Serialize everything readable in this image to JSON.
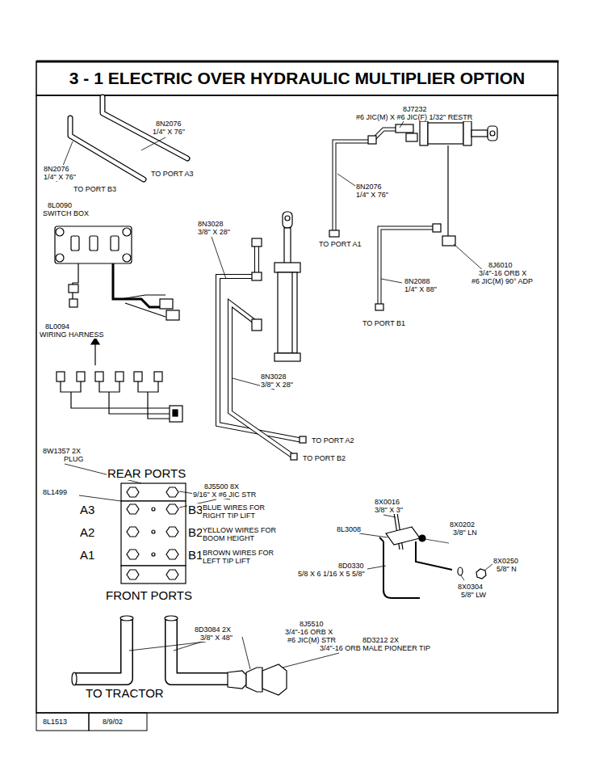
{
  "diagram": {
    "title": "3 - 1 ELECTRIC OVER HYDRAULIC MULTIPLIER OPTION",
    "labels": [
      "8N2076",
      "1/4\" X 76\"",
      "8N2076",
      "1/4\" X 76\"",
      "TO PORT B3",
      "TO PORT A3",
      "8J7232",
      "#6 JIC(M) X #6 JIC(F) 1/32\" RESTR",
      "8N2076",
      "1/4\" X 76\"",
      "TO PORT A1",
      "8L0090",
      "SWITCH BOX",
      "8N3028",
      "3/8\" X 28\"",
      "8J6010",
      "3/4\"-16 ORB X",
      "#6 JIC(M) 90° ADP",
      "8N2088",
      "1/4\" X 88\"",
      "TO PORT B1",
      "8L0094",
      "WIRING HARNESS",
      "8N3028",
      "3/8\" X 28\"",
      "TO PORT A2",
      "TO PORT B2",
      "8W1357 2X",
      "PLUG",
      "REAR PORTS",
      "8L1499",
      "8J5500 8X",
      "9/16\" X #6 JIC STR",
      "A3",
      "B3",
      "BLUE WIRES FOR",
      "RIGHT TIP LIFT",
      "A2",
      "B2",
      "YELLOW WIRES FOR",
      "BOOM HEIGHT",
      "A1",
      "B1",
      "BROWN WIRES FOR",
      "LEFT TIP LIFT",
      "FRONT PORTS",
      "8X0016",
      "3/8\" X 3\"",
      "8L3008",
      "8X0202",
      "3/8\" LN",
      "8D0330",
      "5/8 X 6 1/16 X 5 5/8\"",
      "8X0250",
      "5/8\" N",
      "8X0304",
      "5/8\" LW",
      "8J5510",
      "3/4\"-16 ORB X",
      "#6 JIC(M) STR",
      "8D3084 2X",
      "3/8\" X 48\"",
      "8D3212 2X",
      "3/4\"-16 ORB MALE PIONEER TIP",
      "TO TRACTOR",
      "8L1513",
      "8/9/02"
    ]
  }
}
